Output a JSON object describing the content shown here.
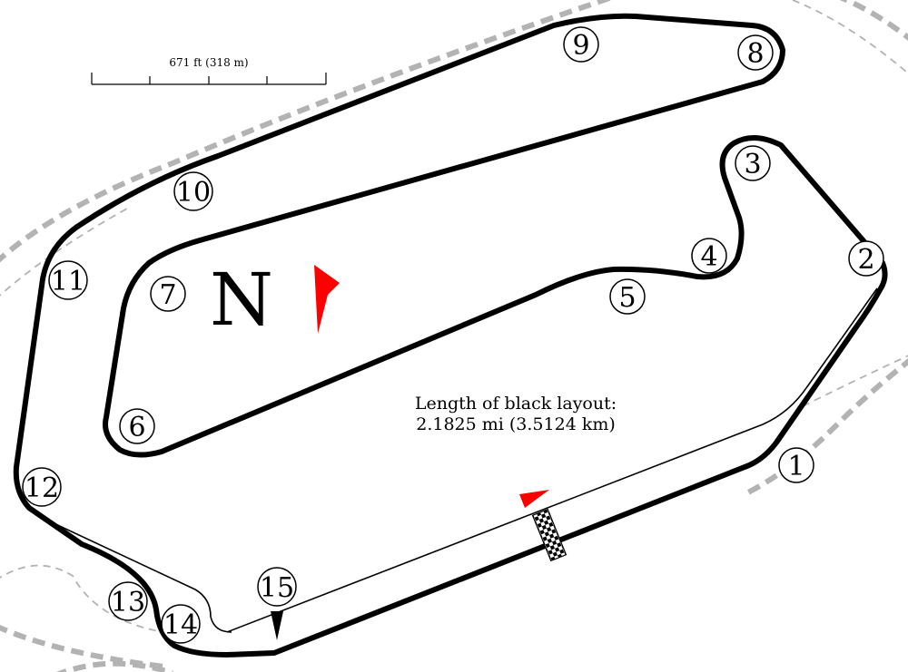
{
  "scale_bar": {
    "label": "671 ft (318 m)"
  },
  "north": {
    "letter": "N"
  },
  "layout_info": {
    "line1": "Length of black layout:",
    "line2": "2.1825 mi (3.5124 km)"
  },
  "corners": [
    {
      "number": "1"
    },
    {
      "number": "2"
    },
    {
      "number": "3"
    },
    {
      "number": "4"
    },
    {
      "number": "5"
    },
    {
      "number": "6"
    },
    {
      "number": "7"
    },
    {
      "number": "8"
    },
    {
      "number": "9"
    },
    {
      "number": "10"
    },
    {
      "number": "11"
    },
    {
      "number": "12"
    },
    {
      "number": "13"
    },
    {
      "number": "14"
    },
    {
      "number": "15"
    }
  ],
  "colors": {
    "track": "#000000",
    "alternate_layout": "#000000",
    "outer_road": "#b3b3b3",
    "arrow": "#ff0000",
    "corner_circle": "#000000"
  },
  "icons": {
    "direction_arrow": "red-arrow-icon",
    "north_arrow": "red-north-arrow-icon",
    "start_finish": "checkered-flag-icon",
    "pit_marker": "black-pointer-icon"
  }
}
